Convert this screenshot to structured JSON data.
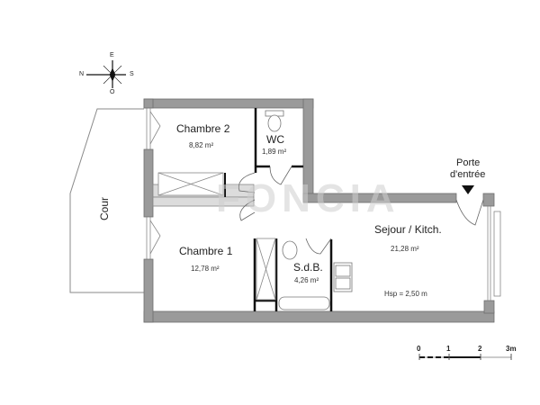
{
  "plan": {
    "watermark": "FONCIA",
    "rooms": [
      {
        "id": "chambre-2",
        "name": "Chambre 2",
        "area": "8,82 m²"
      },
      {
        "id": "wc",
        "name": "WC",
        "area": "1,89 m²"
      },
      {
        "id": "chambre-1",
        "name": "Chambre 1",
        "area": "12,78 m²"
      },
      {
        "id": "sdb",
        "name": "S.d.B.",
        "area": "4,26 m²"
      },
      {
        "id": "sejour",
        "name": "Sejour / Kitch.",
        "area": "21,28 m²"
      }
    ],
    "exterior": {
      "cour": "Cour"
    },
    "entrance": {
      "line1": "Porte",
      "line2": "d'entrée"
    },
    "ceiling_height": "Hsp = 2,50 m",
    "compass": {
      "left": "N",
      "top": "E",
      "right": "S",
      "bottom": "O"
    },
    "scale": {
      "ticks": [
        "0",
        "1",
        "2",
        "3m"
      ]
    },
    "colors": {
      "wall": "#9a9a9a",
      "wall_edge": "#6e6e6e",
      "line": "#555555",
      "heavy": "#111111"
    }
  }
}
